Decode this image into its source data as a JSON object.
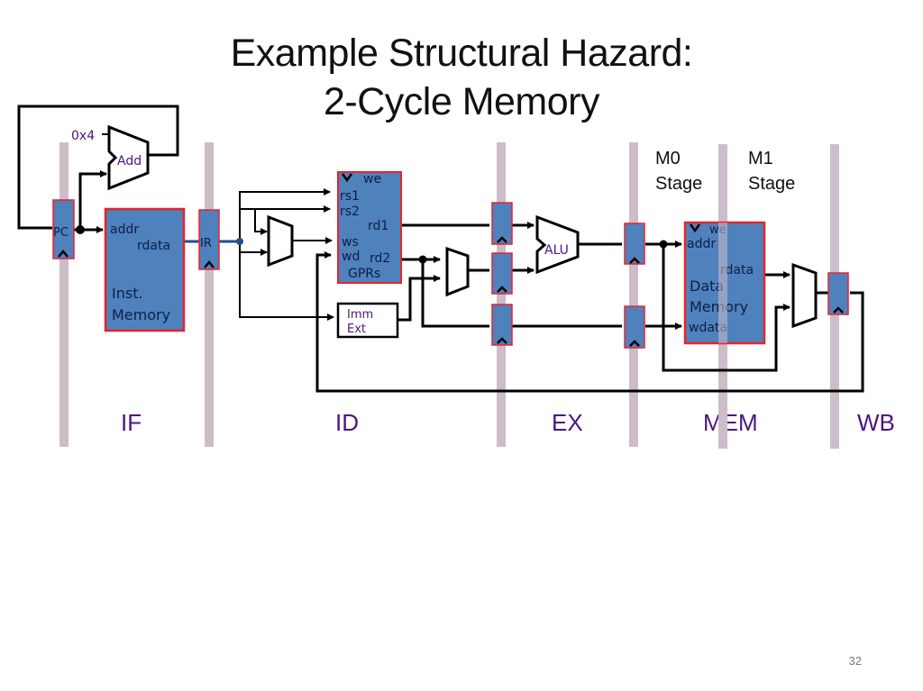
{
  "slide": {
    "title_line1": "Example Structural Hazard:",
    "title_line2": "2-Cycle Memory",
    "page_number": "32"
  },
  "diagram": {
    "const_four": "0x4",
    "adder_label": "Add",
    "pc_label": "PC",
    "ir_label": "IR",
    "inst_mem": {
      "addr": "addr",
      "rdata": "rdata",
      "name_line1": "Inst.",
      "name_line2": "Memory"
    },
    "gprs": {
      "we": "we",
      "rs1": "rs1",
      "rs2": "rs2",
      "rd1": "rd1",
      "ws": "ws",
      "wd": "wd",
      "rd2": "rd2",
      "name": "GPRs"
    },
    "imm_ext": {
      "line1": "Imm",
      "line2": "Ext"
    },
    "alu_label": "ALU",
    "data_mem": {
      "we": "we",
      "addr": "addr",
      "rdata": "rdata",
      "name_line1": "Data",
      "name_line2": "Memory",
      "wdata": "wdata"
    },
    "m0_stage": {
      "line1": "M0",
      "line2": "Stage"
    },
    "m1_stage": {
      "line1": "M1",
      "line2": "Stage"
    },
    "stages": [
      "IF",
      "ID",
      "EX",
      "MEM",
      "WB"
    ]
  },
  "colors": {
    "register_fill": "#4f81bd",
    "register_border": "#e8232a",
    "pipeline_bar": "#cdbdc8",
    "wire": "#000000",
    "stage_text": "#4b1580"
  }
}
